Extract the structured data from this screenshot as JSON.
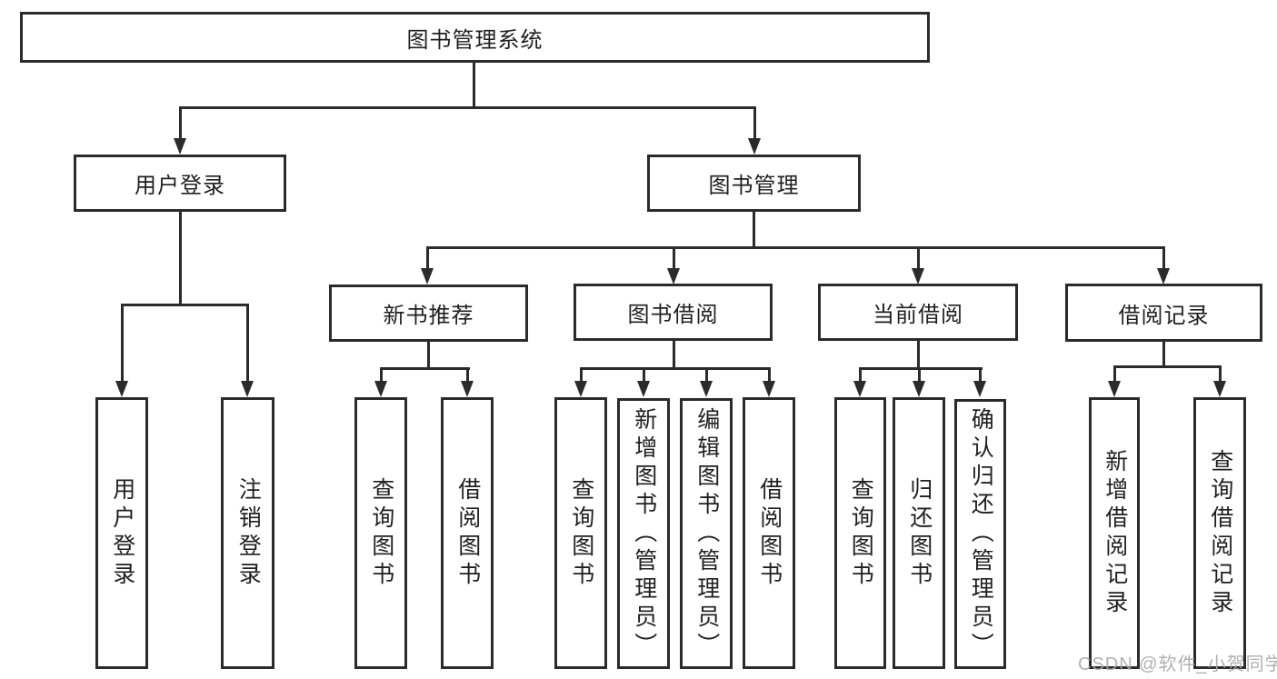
{
  "diagram": {
    "type": "hierarchy-tree",
    "root": {
      "label": "图书管理系统"
    },
    "level2": [
      {
        "label": "用户登录",
        "children": [
          "用户登录",
          "注销登录"
        ]
      },
      {
        "label": "图书管理",
        "children": [
          "新书推荐",
          "图书借阅",
          "当前借阅",
          "借阅记录"
        ]
      }
    ],
    "level3": [
      {
        "label": "新书推荐",
        "children": [
          "查询图书",
          "借阅图书"
        ]
      },
      {
        "label": "图书借阅",
        "children": [
          "查询图书",
          "新增图书（管理员）",
          "编辑图书（管理员）",
          "借阅图书"
        ]
      },
      {
        "label": "当前借阅",
        "children": [
          "查询图书",
          "归还图书",
          "确认归还（管理员）"
        ]
      },
      {
        "label": "借阅记录",
        "children": [
          "新增借阅记录",
          "查询借阅记录"
        ]
      }
    ],
    "leaves": [
      {
        "label": "用户登录",
        "parent": "用户登录"
      },
      {
        "label": "注销登录",
        "parent": "用户登录"
      },
      {
        "label": "查询图书",
        "parent": "新书推荐"
      },
      {
        "label": "借阅图书",
        "parent": "新书推荐"
      },
      {
        "label": "查询图书",
        "parent": "图书借阅"
      },
      {
        "label": "新增图书（管理员）",
        "parent": "图书借阅"
      },
      {
        "label": "编辑图书（管理员）",
        "parent": "图书借阅"
      },
      {
        "label": "借阅图书",
        "parent": "图书借阅"
      },
      {
        "label": "查询图书",
        "parent": "当前借阅"
      },
      {
        "label": "归还图书",
        "parent": "当前借阅"
      },
      {
        "label": "确认归还（管理员）",
        "parent": "当前借阅"
      },
      {
        "label": "新增借阅记录",
        "parent": "借阅记录"
      },
      {
        "label": "查询借阅记录",
        "parent": "借阅记录"
      }
    ]
  },
  "watermark": {
    "text": "CSDN @软件_小贺同学"
  },
  "colors": {
    "line": "#2b2b2b",
    "text": "#1f1f1f",
    "background": "#ffffff",
    "watermark": "#a8a8a8"
  }
}
